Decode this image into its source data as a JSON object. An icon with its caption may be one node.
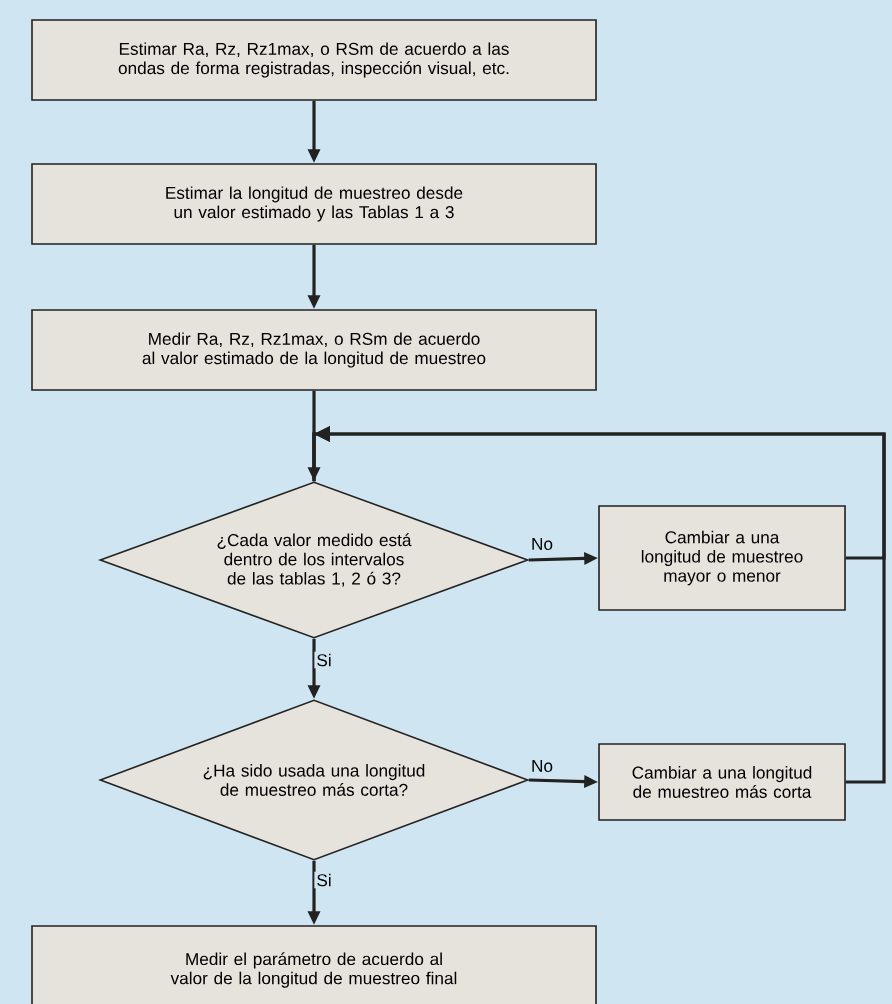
{
  "diagram": {
    "nodes": [
      {
        "text": [
          "Estimar Ra, Rz, Rz1max, o RSm de acuerdo a las ondas de forma registradas, inspección visual, etc."
        ]
      },
      {
        "text": [
          "Estimar la longitud de muestreo desde un valor estimado y las Tablas 1 a 3"
        ]
      },
      {
        "text": [
          "Medir Ra, Rz, Rz1max, o RSm de acuerdo al valor estimado de la longitud de muestreo"
        ]
      },
      {
        "text": [
          "¿Cada valor medido está dentro de los intervalos de las tablas 1, 2 ó 3?"
        ]
      },
      {
        "text": [
          "Cambiar a una longitud de muestreo mayor o menor"
        ]
      },
      {
        "text": [
          "¿Ha sido usada una longitud de muestreo más corta?"
        ]
      },
      {
        "text": [
          "Cambiar a una longitud de muestreo más corta"
        ]
      },
      {
        "text": [
          "Medir el parámetro de acuerdo al valor de la longitud de muestreo final"
        ]
      }
    ],
    "edges": [
      {
        "from": 0,
        "to": 1,
        "arrow": "to"
      },
      {
        "from": 1,
        "to": 2,
        "arrow": "to"
      },
      {
        "from": 2,
        "to": 3,
        "arrow": "to"
      },
      {
        "from": 3,
        "to": 4,
        "arrow": "to",
        "label": "No"
      },
      {
        "from": 3,
        "to": 5,
        "arrow": "to",
        "label": "Si"
      },
      {
        "from": 5,
        "to": 6,
        "arrow": "to",
        "label": "No"
      },
      {
        "from": 5,
        "to": 7,
        "arrow": "to",
        "label": "Si"
      },
      {
        "from": 4,
        "to": 3,
        "arrow": "to"
      },
      {
        "from": 6,
        "to": 3,
        "arrow": "to"
      }
    ]
  }
}
